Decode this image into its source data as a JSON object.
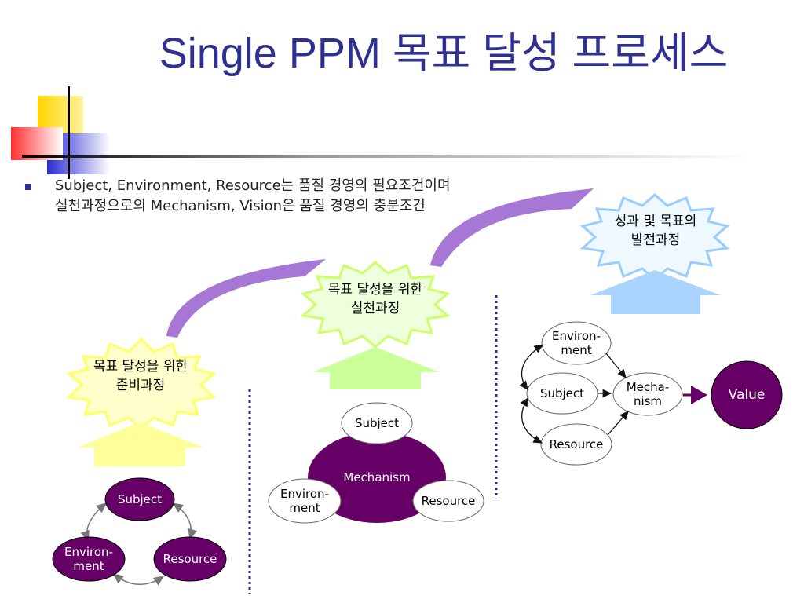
{
  "title": "Single PPM 목표 달성 프로세스",
  "bullet": {
    "line1": "Subject, Environment, Resource는 품질 경영의 필요조건이며",
    "line2": "실천과정으로의 Mechanism, Vision은 품질 경영의 충분조건"
  },
  "stages": {
    "prep": {
      "label_line1": "목표 달성을 위한",
      "label_line2": "준비과정"
    },
    "practice": {
      "label_line1": "목표 달성을 위한",
      "label_line2": "실천과정"
    },
    "growth": {
      "label_line1": "성과 및 목표의",
      "label_line2": "발전과정"
    }
  },
  "left_cycle": {
    "subject": "Subject",
    "environment_line1": "Environ-",
    "environment_line2": "ment",
    "resource": "Resource"
  },
  "middle_group": {
    "mechanism": "Mechanism",
    "subject": "Subject",
    "environment_line1": "Environ-",
    "environment_line2": "ment",
    "resource": "Resource"
  },
  "right_flow": {
    "environment_line1": "Environ-",
    "environment_line2": "ment",
    "subject": "Subject",
    "resource": "Resource",
    "mechanism_line1": "Mecha-",
    "mechanism_line2": "nism",
    "value": "Value"
  },
  "colors": {
    "title": "#2e3192",
    "purple_node": "#660066",
    "yellow_arrow": "#ffff99",
    "green_arrow": "#ccff99",
    "blue_arrow": "#99ccff",
    "curve_arrow": "#9966cc",
    "divider": "#2e3192"
  }
}
